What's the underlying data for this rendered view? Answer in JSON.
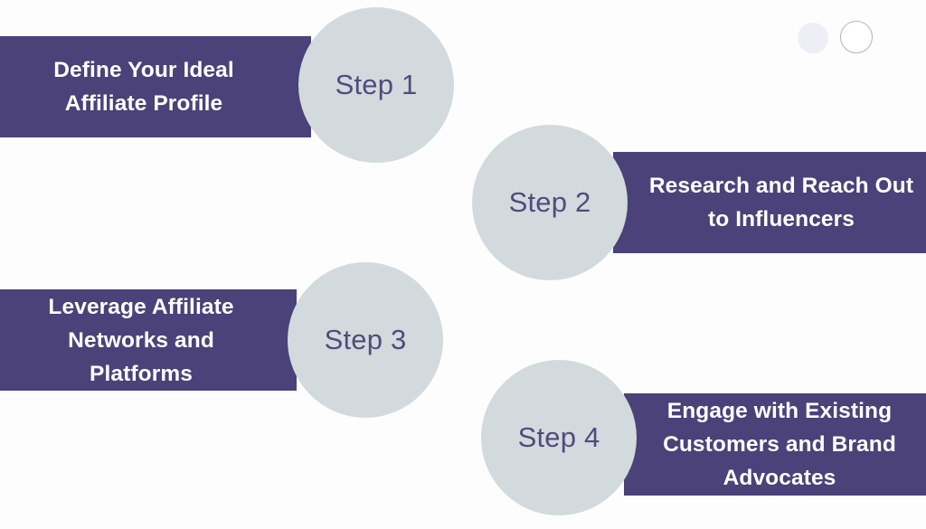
{
  "canvas": {
    "background_color": "#fdfdfe",
    "bar_color": "#4a4279",
    "circle_color": "#d3dadd",
    "bar_text_color": "#ffffff",
    "circle_text_color": "#514b7d"
  },
  "decor": {
    "filled_dot_color": "#eeeef7",
    "outline_dot_border_color": "#b3b0cd"
  },
  "steps": [
    {
      "badge": "Step 1",
      "title": "Define Your Ideal\nAffiliate Profile"
    },
    {
      "badge": "Step 2",
      "title": "Research and Reach Out\nto Influencers"
    },
    {
      "badge": "Step 3",
      "title": "Leverage Affiliate\nNetworks and\nPlatforms"
    },
    {
      "badge": "Step 4",
      "title": "Engage with Existing\nCustomers and Brand\nAdvocates"
    }
  ]
}
